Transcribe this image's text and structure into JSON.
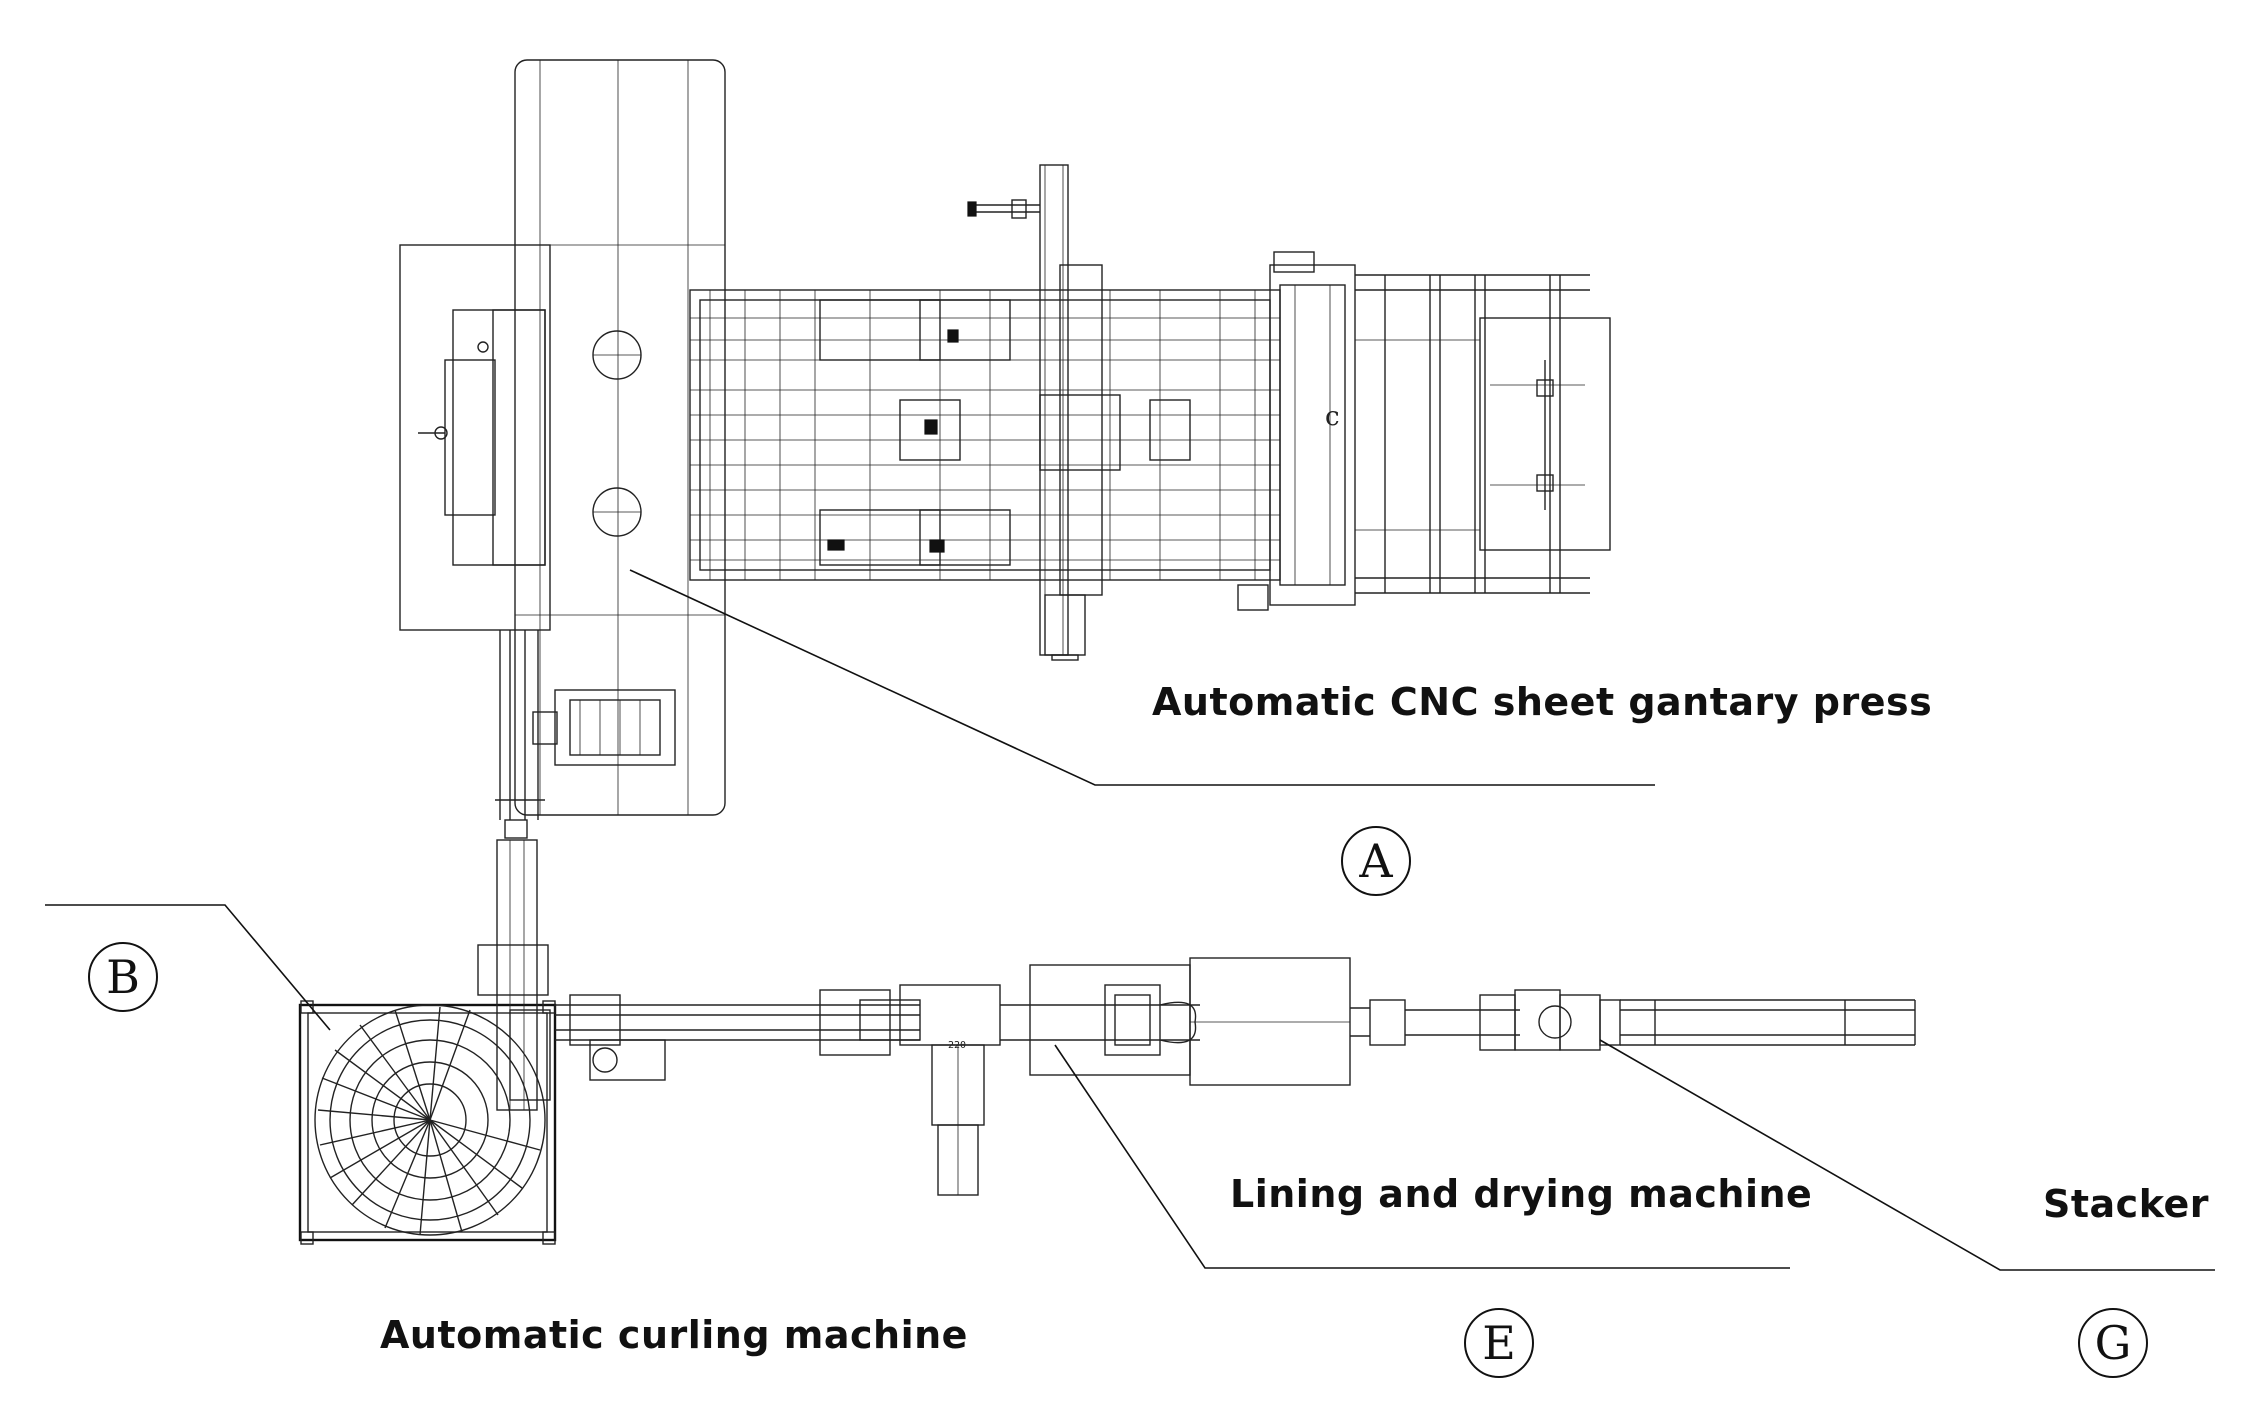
{
  "labels": {
    "gantry_press": "Automatic CNC sheet gantary press",
    "curling": "Automatic curling machine",
    "lining": "Lining and drying machine",
    "stacker": "Stacker"
  },
  "markers": {
    "a": "A",
    "b": "B",
    "e": "E",
    "g": "G"
  },
  "drawing_text": {
    "conveyor_tag": "220",
    "press_tag": "c"
  }
}
